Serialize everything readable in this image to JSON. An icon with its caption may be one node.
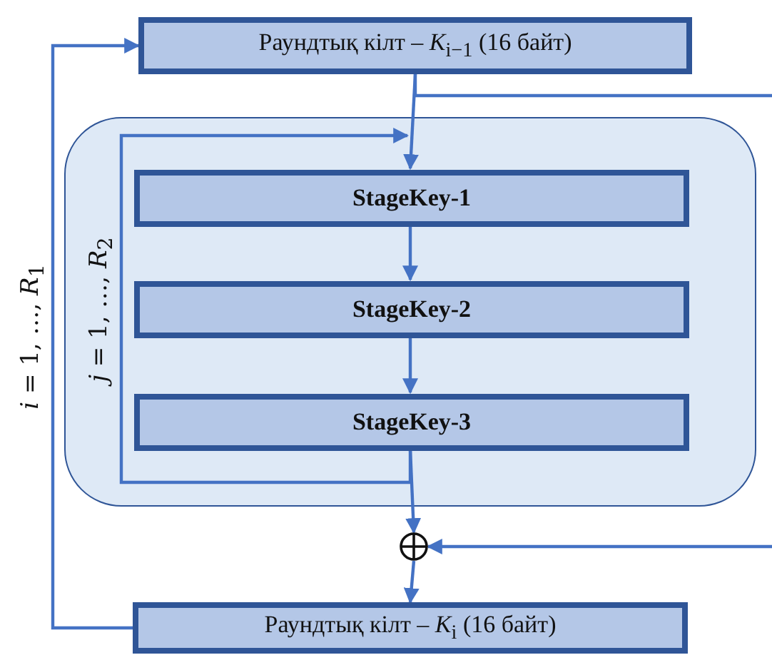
{
  "diagram": {
    "nodes": [
      {
        "text": [
          "Раундтық кілт – *K*$_{i−1}$ (16 байт)"
        ]
      },
      {
        "text": [],
        "shape": "box"
      },
      {
        "text": [
          "StageKey-1"
        ],
        "in": 1
      },
      {
        "text": [
          "StageKey-2"
        ],
        "in": 1
      },
      {
        "text": [
          "StageKey-3"
        ],
        "in": 1
      },
      {
        "text": [],
        "shape": "circle"
      },
      {
        "text": [
          "Раундтық кілт – *K*$_{i}$ (16 байт)"
        ]
      }
    ],
    "edges": [
      {
        "from": 0,
        "to": 2,
        "arrow": "to"
      },
      {
        "from": 2,
        "to": 3,
        "arrow": "to"
      },
      {
        "from": 3,
        "to": 4,
        "arrow": "to"
      },
      {
        "from": 4,
        "to": 5,
        "arrow": "to"
      },
      {
        "from": 5,
        "to": 6,
        "arrow": "to"
      },
      {
        "from": 6,
        "to": 0,
        "arrow": "to",
        "label": "*i* = 1, …, *R*$_{1}$"
      },
      {
        "from": 4,
        "to": 2,
        "arrow": "to",
        "label": "*j* = 1, …, *R*$_{2}$"
      },
      {
        "from": 0,
        "to": null,
        "arrow": "none"
      },
      {
        "from": null,
        "to": 5,
        "arrow": "to"
      }
    ]
  }
}
